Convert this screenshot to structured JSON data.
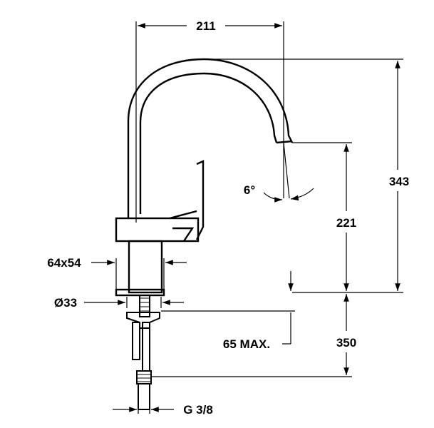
{
  "dimensions": {
    "width_top": "211",
    "height_total": "343",
    "height_spout": "221",
    "height_hose": "350",
    "base_size": "64x54",
    "hole_diameter": "Ø33",
    "countertop_max": "65 MAX.",
    "connection_thread": "G 3/8",
    "angle": "6°"
  }
}
